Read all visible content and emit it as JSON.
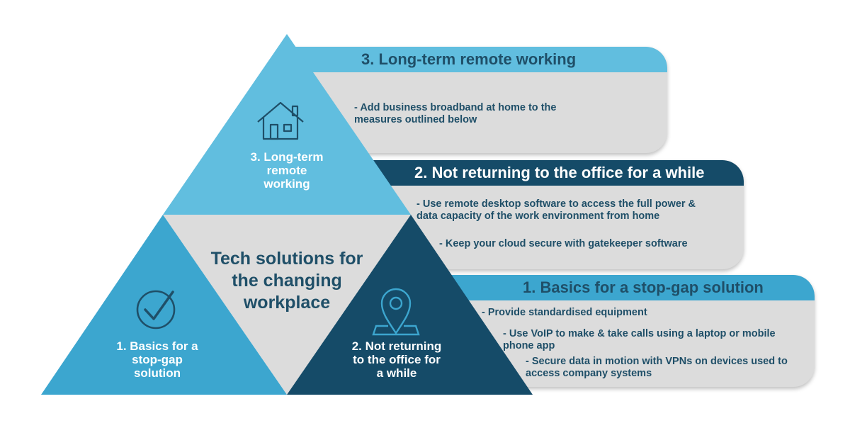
{
  "colors": {
    "light_blue": "#61bedf",
    "mid_blue": "#3ca6cf",
    "dark_blue": "#154b68",
    "grey": "#dcdcdc",
    "text_dark": "#1f4f68"
  },
  "center_title": "Tech solutions for\nthe changing\nworkplace",
  "triangles": {
    "top": {
      "label": "3. Long-term\nremote\nworking",
      "icon": "house-icon"
    },
    "left": {
      "label": "1. Basics for a\nstop-gap\nsolution",
      "icon": "checkmark-circle-icon"
    },
    "right": {
      "label": "2. Not returning\nto the office for\na while",
      "icon": "location-pin-icon"
    }
  },
  "panels": {
    "p3": {
      "title": "3. Long-term remote working",
      "items": [
        "- Add business broadband at home to the\nmeasures outlined below"
      ]
    },
    "p2": {
      "title": "2. Not returning to the office for a while",
      "items": [
        "- Use remote desktop software to access the full power &\ndata capacity of the work environment from home",
        "- Keep your cloud secure with gatekeeper software"
      ]
    },
    "p1": {
      "title": "1. Basics for a stop-gap solution",
      "items": [
        "- Provide standardised equipment",
        "- Use VoIP to make & take calls using a laptop or mobile\nphone app",
        "- Secure data in motion with VPNs on devices used to\naccess company systems"
      ]
    }
  }
}
